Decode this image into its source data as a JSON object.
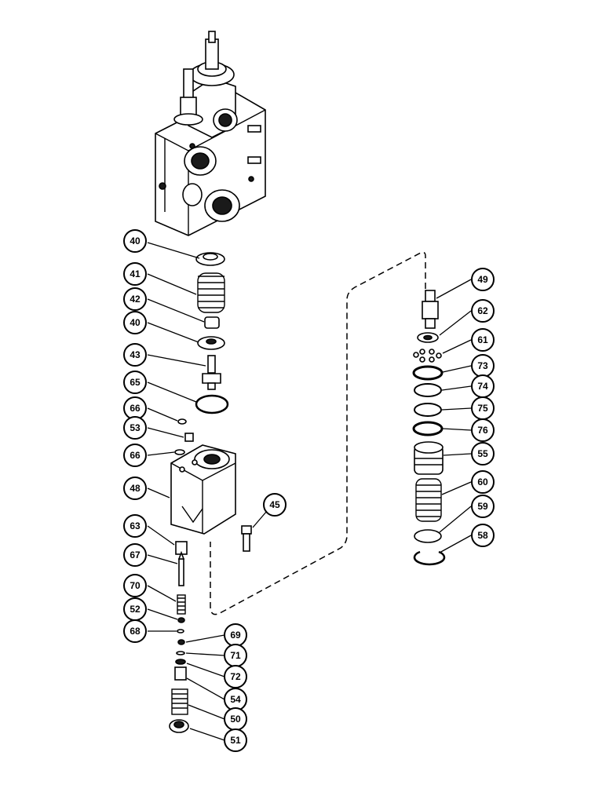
{
  "colors": {
    "ink": "#000000",
    "paper": "#ffffff"
  },
  "callouts": [
    {
      "id": "c40a",
      "label": "40"
    },
    {
      "id": "c41",
      "label": "41"
    },
    {
      "id": "c42",
      "label": "42"
    },
    {
      "id": "c40b",
      "label": "40"
    },
    {
      "id": "c43",
      "label": "43"
    },
    {
      "id": "c65",
      "label": "65"
    },
    {
      "id": "c66a",
      "label": "66"
    },
    {
      "id": "c53",
      "label": "53"
    },
    {
      "id": "c66b",
      "label": "66"
    },
    {
      "id": "c48",
      "label": "48"
    },
    {
      "id": "c45",
      "label": "45"
    },
    {
      "id": "c63",
      "label": "63"
    },
    {
      "id": "c67",
      "label": "67"
    },
    {
      "id": "c70",
      "label": "70"
    },
    {
      "id": "c52",
      "label": "52"
    },
    {
      "id": "c68",
      "label": "68"
    },
    {
      "id": "c69",
      "label": "69"
    },
    {
      "id": "c71",
      "label": "71"
    },
    {
      "id": "c72",
      "label": "72"
    },
    {
      "id": "c54",
      "label": "54"
    },
    {
      "id": "c50",
      "label": "50"
    },
    {
      "id": "c51",
      "label": "51"
    },
    {
      "id": "c49",
      "label": "49"
    },
    {
      "id": "c62",
      "label": "62"
    },
    {
      "id": "c61",
      "label": "61"
    },
    {
      "id": "c73",
      "label": "73"
    },
    {
      "id": "c74",
      "label": "74"
    },
    {
      "id": "c75",
      "label": "75"
    },
    {
      "id": "c76",
      "label": "76"
    },
    {
      "id": "c55",
      "label": "55"
    },
    {
      "id": "c60",
      "label": "60"
    },
    {
      "id": "c59",
      "label": "59"
    },
    {
      "id": "c58",
      "label": "58"
    }
  ]
}
